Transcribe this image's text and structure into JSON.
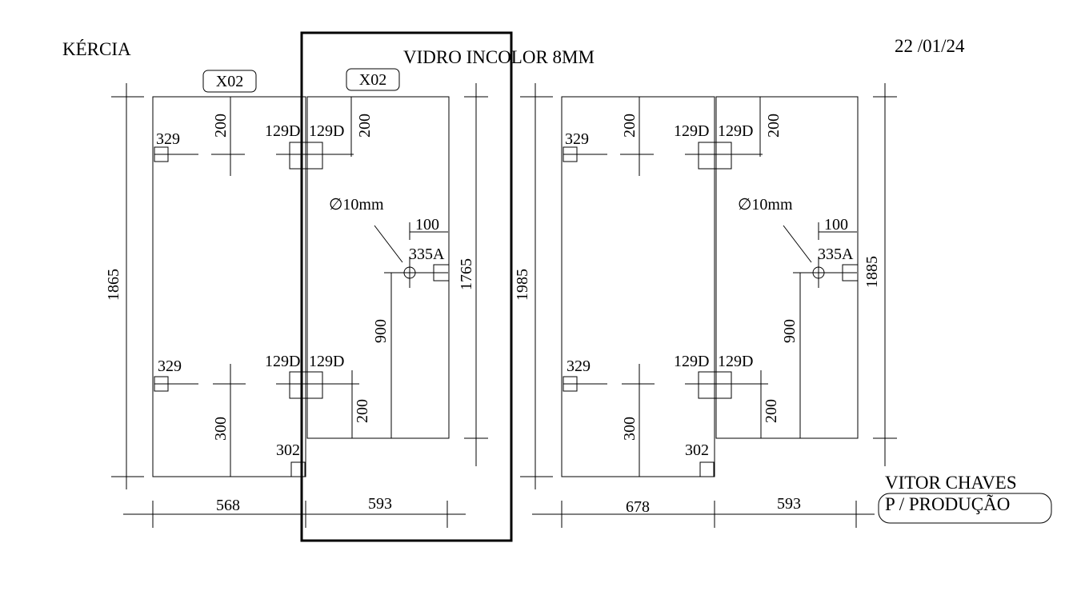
{
  "header": {
    "client": "KÉRCIA",
    "material": "VIDRO INCOLOR 8MM",
    "date": "22 /01/24"
  },
  "footer": {
    "author": "VITOR CHAVES",
    "purpose": "P / PRODUÇÃO"
  },
  "tags": {
    "left": "X02",
    "right": "X02"
  },
  "left_drawing": {
    "overall_height": "1865",
    "panel_height": "1765",
    "width_left": "568",
    "width_right": "593",
    "hole_top_dist": "200",
    "hole_top_dist_right": "200",
    "hinge_top_left": "329",
    "hinge_bottom_left": "329",
    "hinge_top_a": "129D",
    "hinge_top_b": "129D",
    "hinge_bottom_a": "129D",
    "hinge_bottom_b": "129D",
    "bottom_dist": "300",
    "bottom_dist_right": "200",
    "corner_piece": "302",
    "hole_diameter": "∅10mm",
    "hole_offset": "100",
    "knob": "335A",
    "knob_height": "900"
  },
  "right_drawing": {
    "overall_height": "1985",
    "panel_height": "1885",
    "width_left": "678",
    "width_right": "593",
    "hole_top_dist": "200",
    "hole_top_dist_right": "200",
    "hinge_top_left": "329",
    "hinge_bottom_left": "329",
    "hinge_top_a": "129D",
    "hinge_top_b": "129D",
    "hinge_bottom_a": "129D",
    "hinge_bottom_b": "129D",
    "bottom_dist": "300",
    "bottom_dist_right": "200",
    "corner_piece": "302",
    "hole_diameter": "∅10mm",
    "hole_offset": "100",
    "knob": "335A",
    "knob_height": "900"
  }
}
